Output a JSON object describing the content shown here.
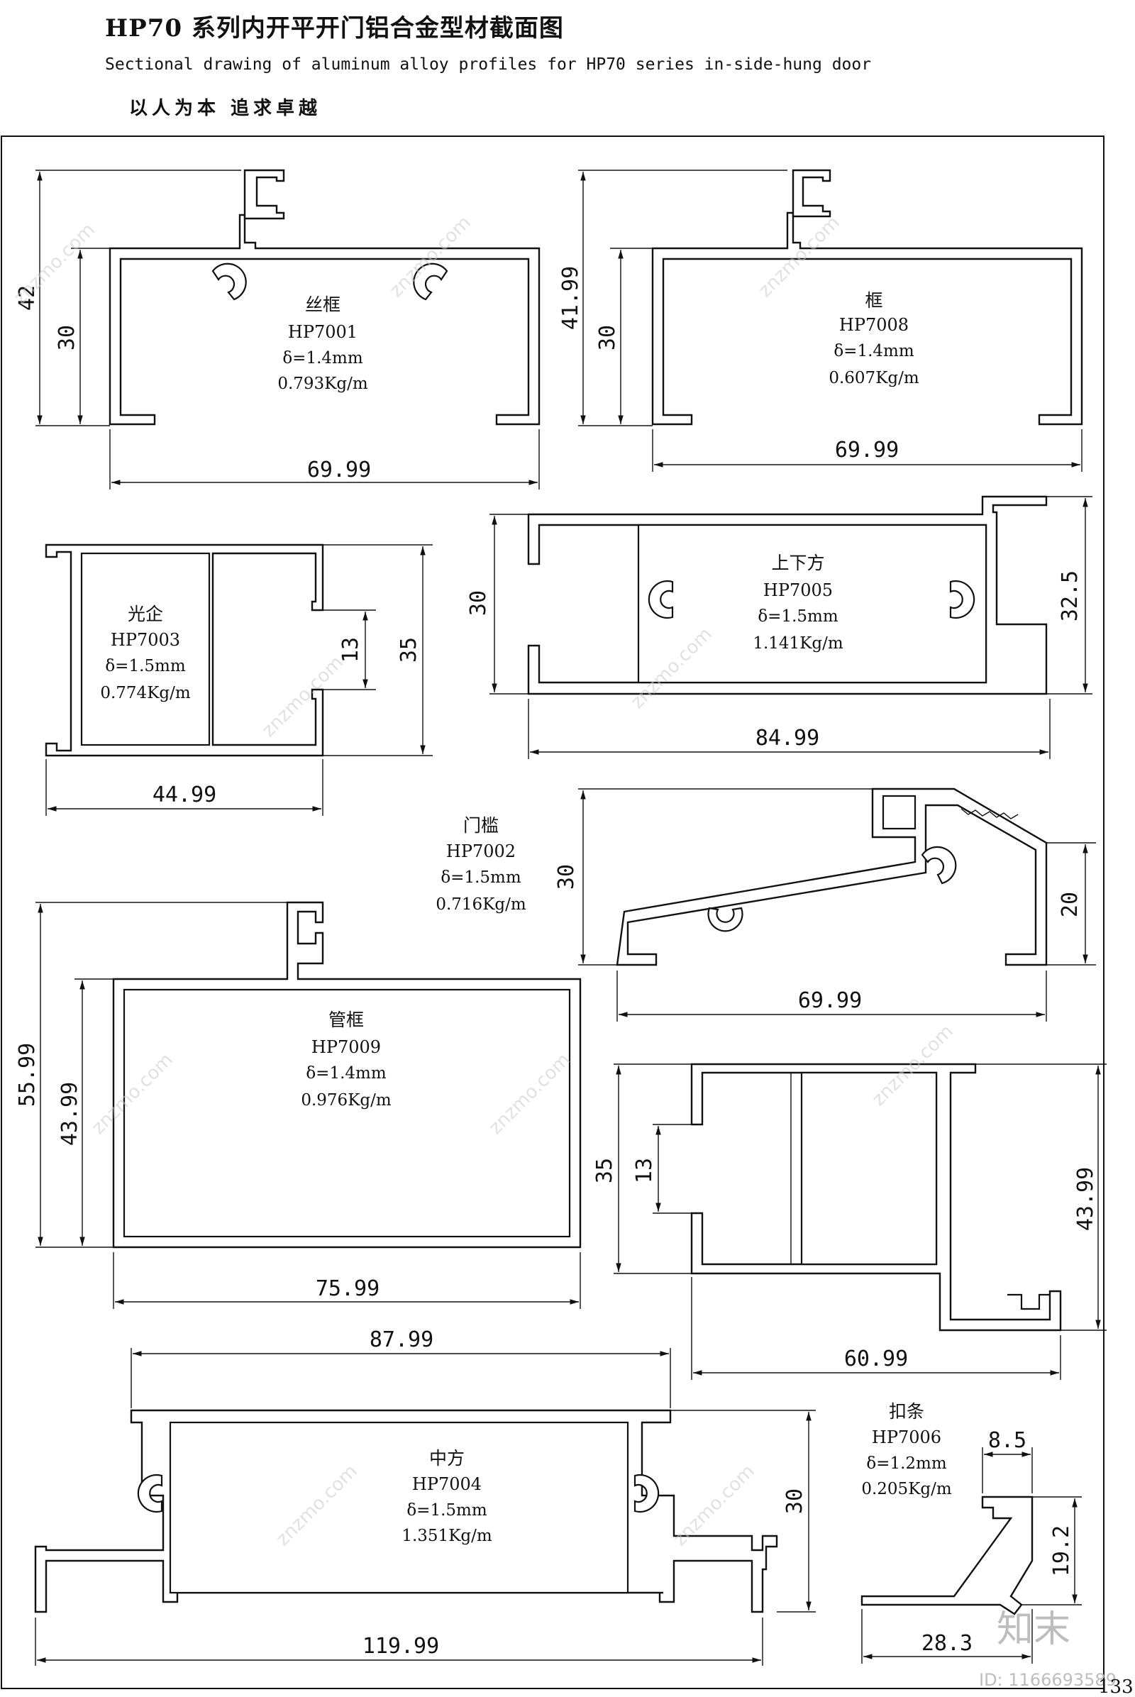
{
  "header": {
    "title": "HP70 系列内开平开门铝合金型材截面图",
    "subtitle": "Sectional drawing of aluminum alloy profiles for HP70 series in-side-hung door",
    "slogan": "以人为本 追求卓越"
  },
  "profiles": [
    {
      "name": "丝框",
      "code": "HP7001",
      "thickness": "δ=1.4mm",
      "weight": "0.793Kg/m",
      "dims": [
        "42",
        "30",
        "69.99"
      ]
    },
    {
      "name": "框",
      "code": "HP7008",
      "thickness": "δ=1.4mm",
      "weight": "0.607Kg/m",
      "dims": [
        "41.99",
        "30",
        "69.99"
      ]
    },
    {
      "name": "光企",
      "code": "HP7003",
      "thickness": "δ=1.5mm",
      "weight": "0.774Kg/m",
      "dims": [
        "13",
        "35",
        "44.99"
      ]
    },
    {
      "name": "上下方",
      "code": "HP7005",
      "thickness": "δ=1.5mm",
      "weight": "1.141Kg/m",
      "dims": [
        "30",
        "32.5",
        "84.99"
      ]
    },
    {
      "name": "门槛",
      "code": "HP7002",
      "thickness": "δ=1.5mm",
      "weight": "0.716Kg/m",
      "dims": [
        "30",
        "20",
        "69.99"
      ]
    },
    {
      "name": "管框",
      "code": "HP7009",
      "thickness": "δ=1.4mm",
      "weight": "0.976Kg/m",
      "dims": [
        "55.99",
        "43.99",
        "75.99"
      ]
    },
    {
      "name": "",
      "code": "",
      "thickness": "",
      "weight": "",
      "dims": [
        "35",
        "13",
        "43.99",
        "60.99"
      ]
    },
    {
      "name": "中方",
      "code": "HP7004",
      "thickness": "δ=1.5mm",
      "weight": "1.351Kg/m",
      "dims": [
        "87.99",
        "30",
        "119.99"
      ]
    },
    {
      "name": "扣条",
      "code": "HP7006",
      "thickness": "δ=1.2mm",
      "weight": "0.205Kg/m",
      "dims": [
        "8.5",
        "19.2",
        "28.3"
      ]
    }
  ],
  "page_number": "133",
  "watermark": {
    "brand": "知末",
    "site": "znzmo.com",
    "id_text": "ID: 1166693589"
  }
}
